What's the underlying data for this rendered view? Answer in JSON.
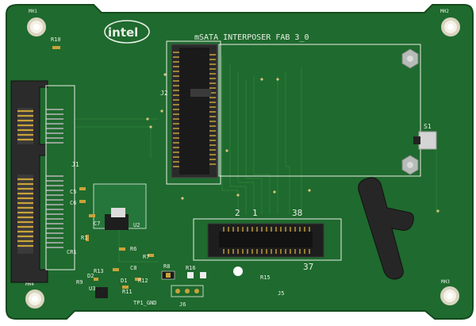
{
  "brand": {
    "logo_text": "intel"
  },
  "board": {
    "title": "mSATA INTERPOSER FAB 3_0",
    "colors": {
      "pcb": "#1f6a2e",
      "pcb_dark": "#17521f",
      "silk": "#e8efe6",
      "gold": "#c9a23a",
      "metal": "#9aa09a",
      "rubber": "#262626"
    }
  },
  "mounting_holes": [
    "MH1",
    "MH2",
    "MH3",
    "MH4"
  ],
  "labels": {
    "r10": "R10",
    "j2": "J2",
    "j1": "J1",
    "s1": "S1",
    "c5": "C5",
    "c6": "C6",
    "c7": "C7",
    "u2": "U2",
    "r1": "R1",
    "cr1": "CR1",
    "r6": "R6",
    "r7": "R7",
    "r8": "R8",
    "r16": "R16",
    "r13": "R13",
    "c8": "C8",
    "r9": "R9",
    "d2": "D2",
    "d1": "D1",
    "r12": "R12",
    "u3": "U3",
    "r11": "R11",
    "r15": "R15",
    "j5": "J5",
    "tp1": "TP1_GND",
    "j6": "J6",
    "pin2": "2",
    "pin38": "38",
    "pin37": "37",
    "pin1": "1"
  }
}
